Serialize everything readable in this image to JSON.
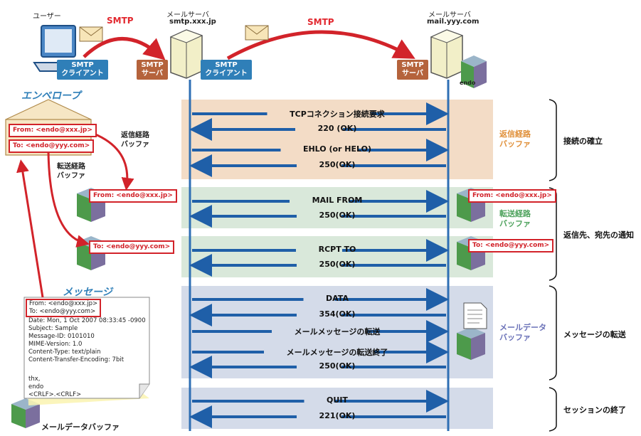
{
  "top": {
    "user_label": "ユーザー",
    "server1_label": "メールサーバ",
    "server1_host": "smtp.xxx.jp",
    "server2_label": "メールサーバ",
    "server2_host": "mail.yyy.com",
    "smtp_arrow1": "SMTP",
    "smtp_arrow2": "SMTP",
    "client1_tag": [
      "SMTP",
      "クライアント"
    ],
    "server1_tag": [
      "SMTP",
      "サーバ"
    ],
    "client2_tag": [
      "SMTP",
      "クライアント"
    ],
    "server2_tag": [
      "SMTP",
      "サーバ"
    ],
    "endo_label": "endo"
  },
  "envelope": {
    "title": "エンベロープ",
    "from": "From: <endo@xxx.jp>",
    "to": "To: <endo@yyy.com>",
    "return_path_buffer": [
      "返信経路",
      "バッファ"
    ],
    "forward_path_buffer": [
      "転送経路",
      "バッファ"
    ],
    "from_copy": "From: <endo@xxx.jp>",
    "to_copy": "To: <endo@yyy.com>"
  },
  "message": {
    "title": "メッセージ",
    "from": "From: <endo@xxx.jp>",
    "to": "To: <endo@yyy.com>",
    "headers": [
      "Date: Mon, 1 Oct 2007 08:33:45 -0900",
      "Subject: Sample",
      "Message-ID: 0101010",
      "MIME-Version: 1.0",
      "Content-Type: text/plain",
      "Content-Transfer-Encoding: 7bit"
    ],
    "body": [
      "thx,",
      "endo",
      "<CRLF>.<CRLF>"
    ],
    "buffer_label": "メールデータバッファ"
  },
  "sequence": [
    {
      "label": "TCPコネクション接続要求",
      "dir": "right"
    },
    {
      "label": "220 (OK)",
      "dir": "left"
    },
    {
      "label": "EHLO (or HELO)",
      "dir": "right"
    },
    {
      "label": "250(OK)",
      "dir": "left"
    },
    {
      "label": "MAIL FROM",
      "dir": "right"
    },
    {
      "label": "250(OK)",
      "dir": "left"
    },
    {
      "label": "RCPT TO",
      "dir": "right"
    },
    {
      "label": "250(OK)",
      "dir": "left"
    },
    {
      "label": "DATA",
      "dir": "right"
    },
    {
      "label": "354(OK)",
      "dir": "left"
    },
    {
      "label": "メールメッセージの転送",
      "dir": "right"
    },
    {
      "label": "メールメッセージの転送終了",
      "dir": "right"
    },
    {
      "label": "250(OK)",
      "dir": "left"
    },
    {
      "label": "QUIT",
      "dir": "right"
    },
    {
      "label": "221(OK)",
      "dir": "left"
    }
  ],
  "right_side": {
    "return_buffer": [
      "返信経路",
      "バッファ"
    ],
    "forward_buffer": [
      "転送経路",
      "バッファ"
    ],
    "mail_buffer": [
      "メールデータ",
      "バッファ"
    ],
    "from_box": "From: <endo@xxx.jp>",
    "to_box": "To: <endo@yyy.com>",
    "colors": {
      "return": "#e0903a",
      "forward": "#4fa35e",
      "mail": "#6b72b8"
    }
  },
  "stages": [
    "接続の確立",
    "返信先、宛先の通知",
    "メッセージの転送",
    "セッションの終了"
  ]
}
